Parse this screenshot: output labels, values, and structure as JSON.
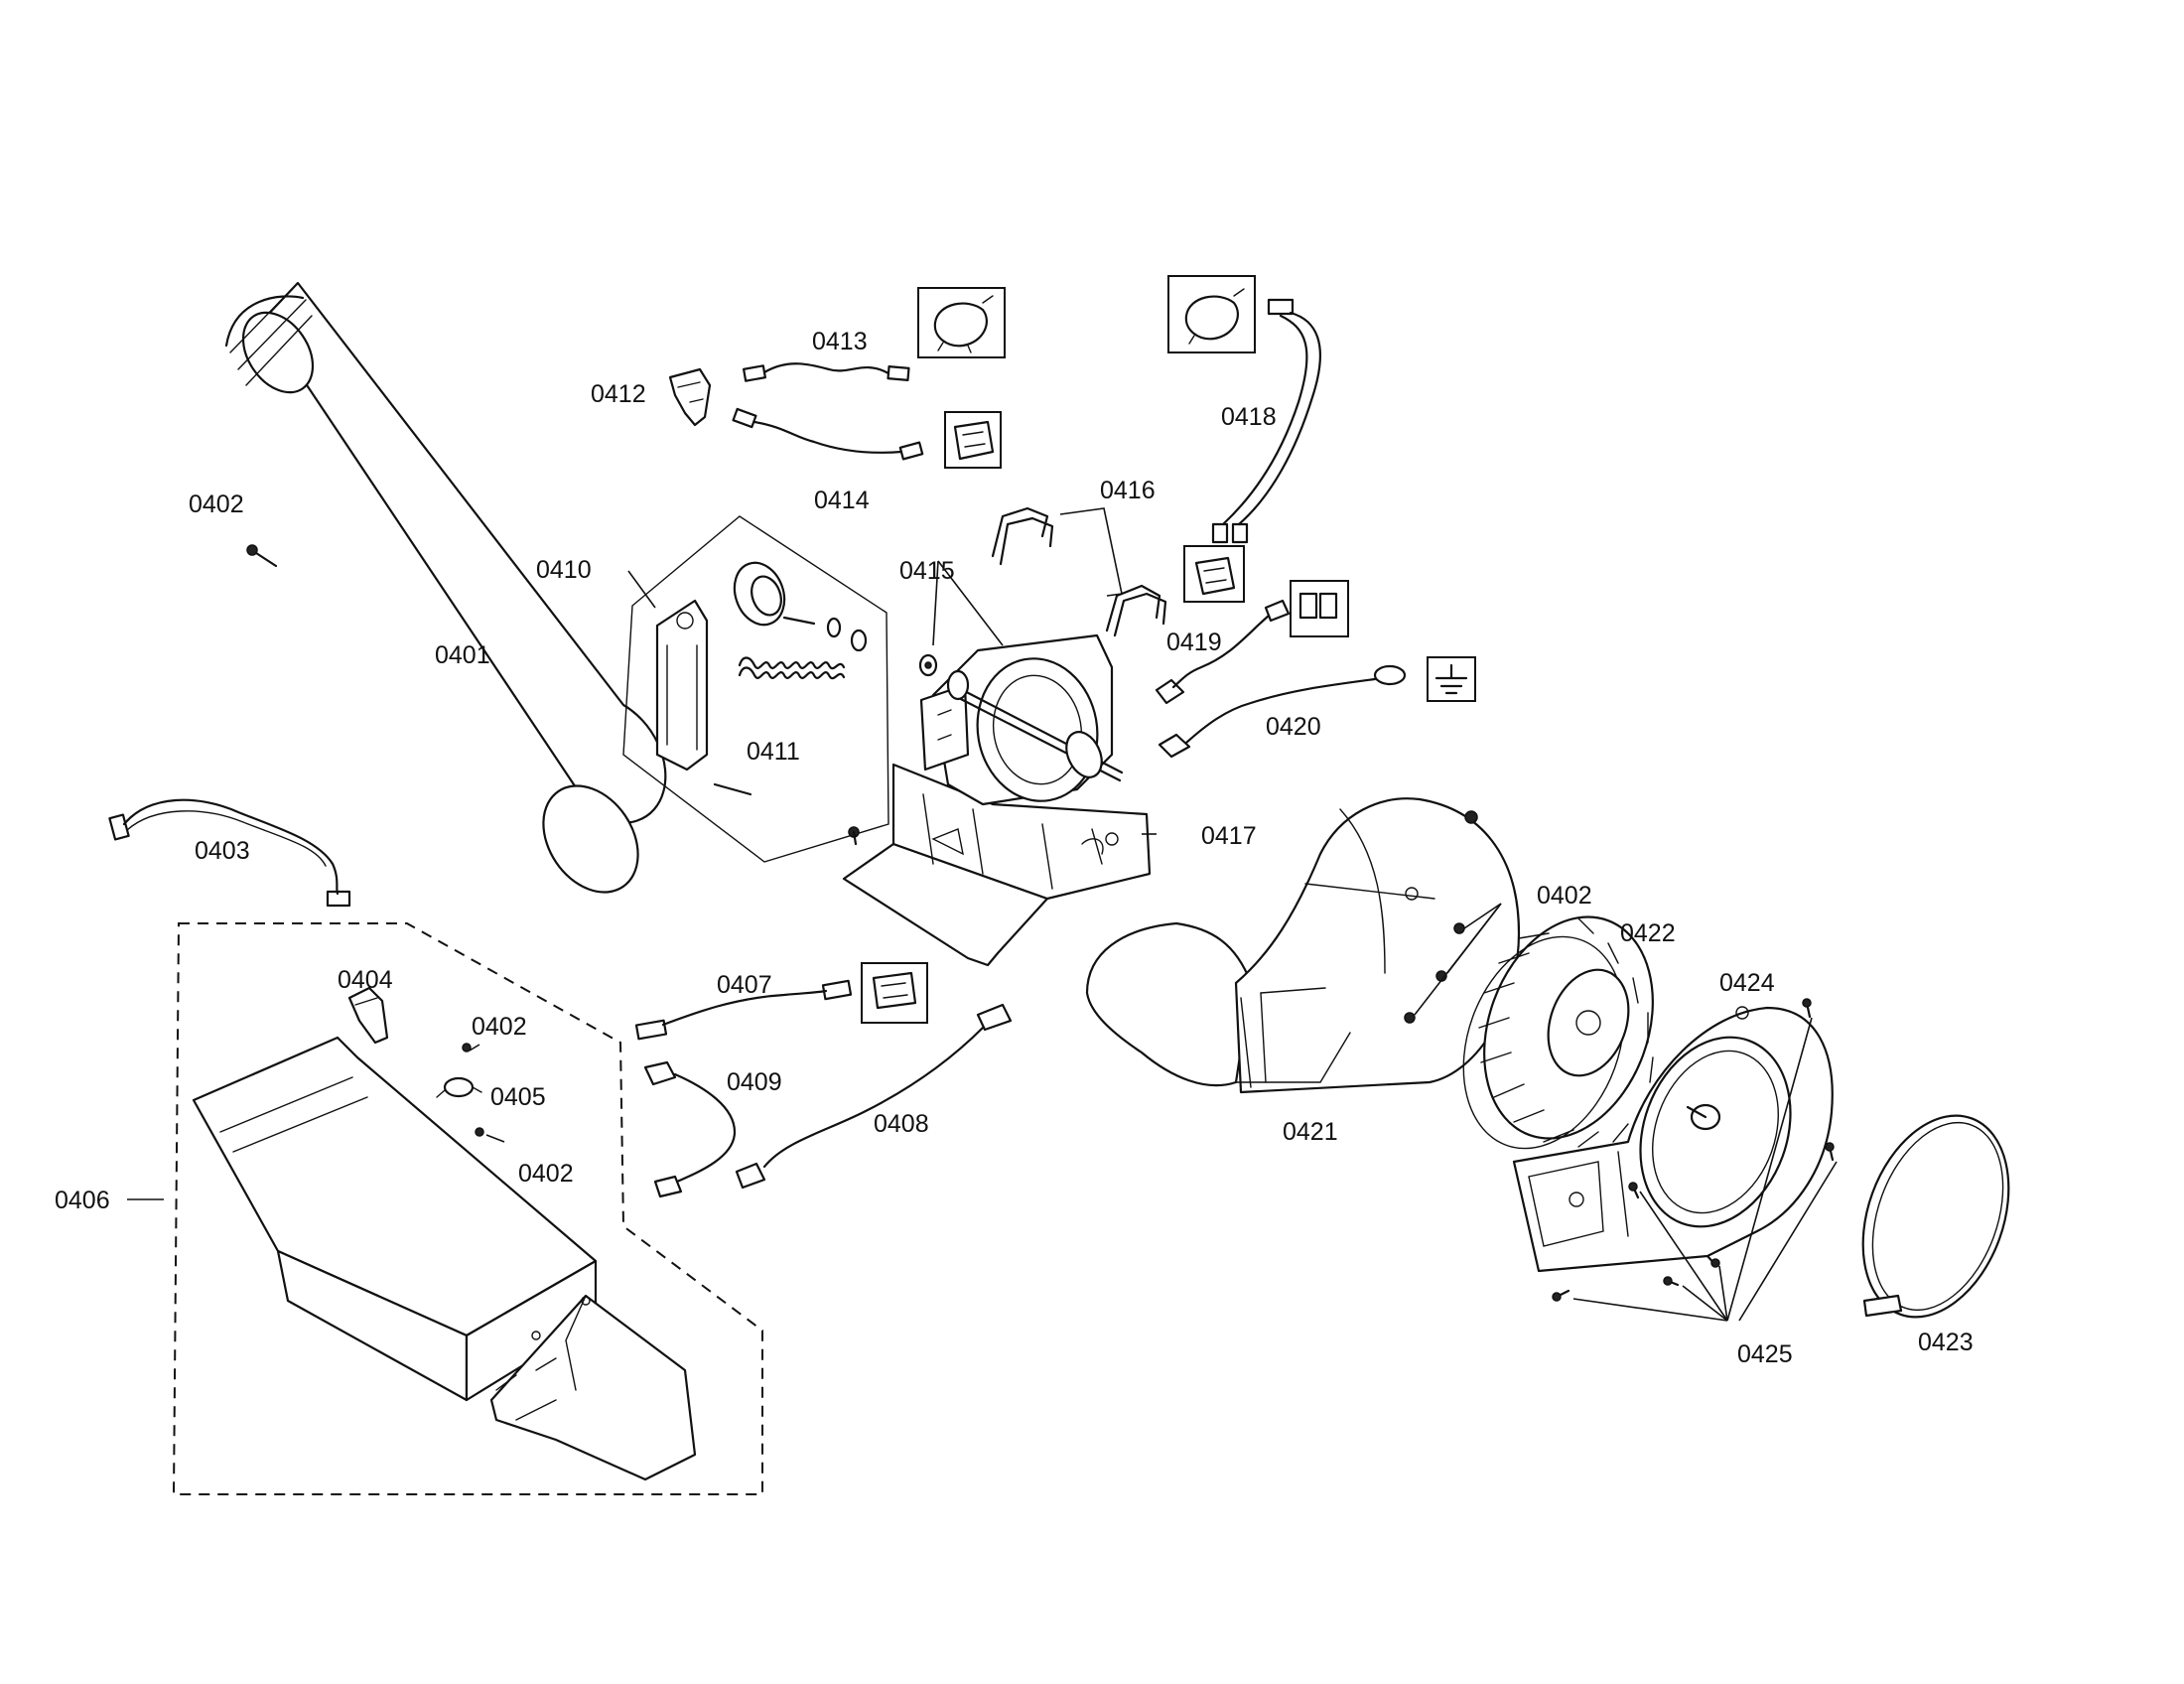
{
  "labels": {
    "p0401": "0401",
    "p0402": "0402",
    "p0403": "0403",
    "p0404": "0404",
    "p0405": "0405",
    "p0406": "0406",
    "p0407": "0407",
    "p0408": "0408",
    "p0409": "0409",
    "p0410": "0410",
    "p0411": "0411",
    "p0412": "0412",
    "p0413": "0413",
    "p0414": "0414",
    "p0415": "0415",
    "p0416": "0416",
    "p0417": "0417",
    "p0418": "0418",
    "p0419": "0419",
    "p0420": "0420",
    "p0421": "0421",
    "p0422": "0422",
    "p0423": "0423",
    "p0424": "0424",
    "p0425": "0425"
  },
  "icons": [
    "motor-symbol-icon",
    "connector-symbol-icon",
    "ground-symbol-icon"
  ]
}
